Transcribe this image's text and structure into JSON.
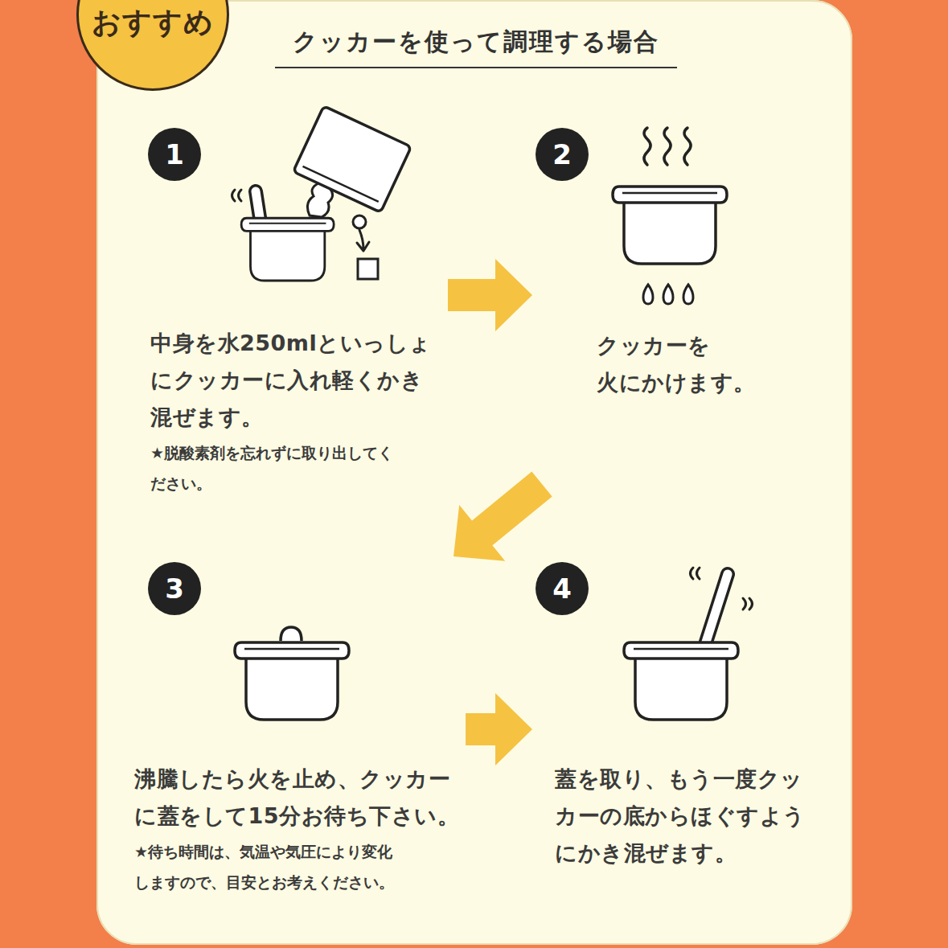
{
  "diagram": {
    "nodes": [
      {
        "text": [
          "おすすめ"
        ]
      },
      {
        "text": [
          "クッカーを使って調理する場合"
        ]
      },
      {
        "text": [
          "中身を水250mlといっしょ にクッカーに入れ軽くかき 混ぜます。",
          "★脱酸素剤を忘れずに取り出してく ださい。"
        ],
        "in": 1
      },
      {
        "text": [
          "1"
        ],
        "in": 2
      },
      {
        "text": [
          "クッカーを 火にかけます。"
        ],
        "in": 1
      },
      {
        "text": [
          "2"
        ],
        "in": 4
      },
      {
        "text": [
          "沸騰したら火を止め、クッカー に蓋をして15分お待ち下さい。",
          "★待ち時間は、気温や気圧により変化 しますので、目安とお考えください。"
        ],
        "in": 1
      },
      {
        "text": [
          "3"
        ],
        "in": 6
      },
      {
        "text": [
          "蓋を取り、もう一度クッ カーの底からほぐすよう にかき混ぜます。"
        ],
        "in": 1
      },
      {
        "text": [
          "4"
        ],
        "in": 8
      }
    ],
    "edges": [
      {
        "from": 2,
        "to": 4,
        "arrow": "to"
      },
      {
        "from": 4,
        "to": 6,
        "arrow": "to"
      },
      {
        "from": 6,
        "to": 8,
        "arrow": "to"
      }
    ]
  }
}
